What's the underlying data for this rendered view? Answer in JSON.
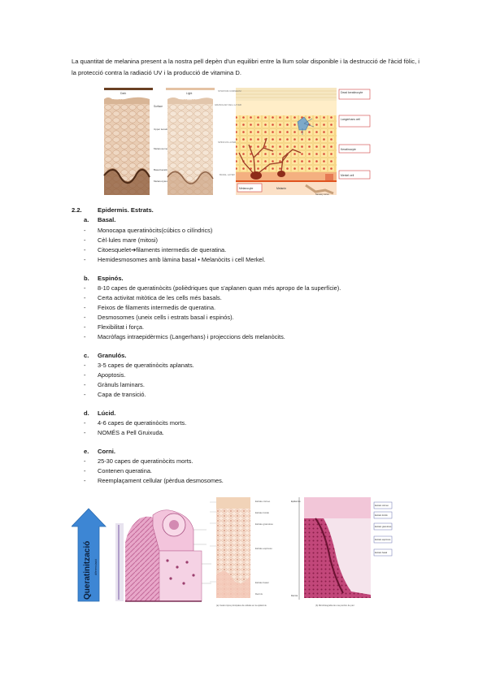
{
  "intro": "La quantitat de melanina present a la nostra pell depèn d'un equilibri entre la llum solar disponible i la destrucció de l'àcid fòlic, i la protecció contra la radiació UV i la producció de vitamina D.",
  "section": {
    "number": "2.2.",
    "title": "Epidermis. Estrats."
  },
  "strata": [
    {
      "letter": "a.",
      "name": "Basal.",
      "items": [
        "Monocapa queratinòcits(cúbics o cilíndrics)",
        "Cèl·lules mare (mitosi)",
        "Citoesquelet➔filaments intermedis de queratina.",
        "Hemidesmosomes amb làmina basal • Melanòcits i cell Merkel."
      ]
    },
    {
      "letter": "b.",
      "name": "Espinós.",
      "items": [
        "8-10 capes de queratinòcits (polièdriques que s'aplanen quan més apropo de la superfície).",
        "Certa activitat mitòtica de les cells més basals.",
        "Feixos de filaments intermedis de queratina.",
        "Desmosomes (uneix cells i estrats basal i espinós).",
        "Flexibilitat i força.",
        "Macròfags intraepidèrmics (Langerhans) i projeccions dels melanòcits."
      ]
    },
    {
      "letter": "c.",
      "name": "Granulós.",
      "items": [
        "3-5 capes de queratinòcits aplanats.",
        "Apoptosis.",
        "Grànuls laminars.",
        "Capa de transició."
      ]
    },
    {
      "letter": "d.",
      "name": "Lúcid.",
      "items": [
        "4-6 capes de queratinòcits morts.",
        "NOMÉS a Pell Gruixuda."
      ]
    },
    {
      "letter": "e.",
      "name": "Corni.",
      "items": [
        "25-30 capes de queratinòcits morts.",
        "Contenen queratina.",
        "Reemplaçament cellular (pèrdua desmosomes."
      ]
    }
  ],
  "figure1": {
    "labels": {
      "dark": "Dark",
      "light": "Light",
      "surface": "Surface",
      "upper_keratinocytes": "Upper keratinocytes",
      "melanosomes": "Melanosomes",
      "basal_keratinocytes": "Basal keratinocytes",
      "melanocytes": "Melanocytes",
      "stratum_corneum": "STRATUM CORNEUM",
      "granular_cell_layer": "GRANULAR CELL LAYER",
      "spinous_layer": "SPINOUS LAYER",
      "basal_layer": "BASAL LAYER",
      "dead_keratinocyte": "Dead keratinocyte",
      "langerhans_cell": "Langerhans cell",
      "keratinocyte": "Keratinocyte",
      "merkel_cell": "Merkel cell",
      "melanocyte": "Melanocyte",
      "melanin": "Melanin",
      "nerve_ending": "Sensory nerve"
    }
  },
  "figure2": {
    "arrow_label": "Queratinització",
    "arrow_sublabel": "diferenciació",
    "caption_left": "(a) Cuatro tipos principales de células en la epidermis",
    "caption_right": "(b) Microfotografía de una porción de piel",
    "labels_middle": {
      "corneum": "Estrato córneo",
      "lucidum": "Estrato lúcido",
      "granulosum": "Estrato granuloso",
      "spinosum": "Estrato espinoso",
      "basale": "Estrato basal",
      "dermis": "Dermis"
    },
    "labels_right": {
      "epidermis": "Epidermis",
      "dermis": "Dermis",
      "corneum": "Estrato córneo",
      "lucidum": "Estrato lúcido",
      "granulosum": "Estrato granuloso",
      "spinosum": "Estrato espinoso",
      "basale": "Estrato basal"
    },
    "colors": {
      "arrow": "#3d86d4",
      "arrow_text": "#0d1f3a"
    }
  }
}
